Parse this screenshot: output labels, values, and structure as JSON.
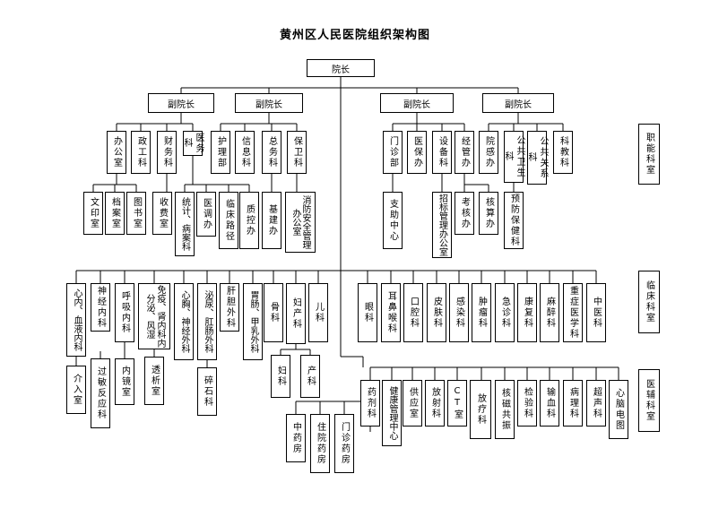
{
  "title": "黄州区人民医院组织架构图",
  "root": "院长",
  "vice_presidents": [
    "副院长",
    "副院长",
    "副院长",
    "副院长"
  ],
  "sections": {
    "admin": "职能科室",
    "clinical": "临床科室",
    "support": "医辅科室"
  },
  "admin_depts": {
    "vp1": [
      "办公室",
      "政工科",
      "财务科",
      "医务科"
    ],
    "vp2": [
      "护理部",
      "信息科",
      "总务科",
      "保卫科"
    ],
    "vp3": [
      "门诊部",
      "医保办",
      "设备科",
      "经管办"
    ],
    "vp4": [
      "院感办",
      "公共卫生科",
      "公共关系科",
      "科教科"
    ]
  },
  "admin_subs": {
    "office": [
      "文印室",
      "档案室",
      "图书室"
    ],
    "finance": [
      "收费室"
    ],
    "medical": [
      "统计、病案科",
      "医调办",
      "临床路径",
      "质控办"
    ],
    "general": [
      "基建办"
    ],
    "security": [
      "消防安全管理办公室"
    ],
    "outpatient": [
      "支助中心"
    ],
    "equipment": [
      "招标管理办公室"
    ],
    "management": [
      "考核办",
      "核算办"
    ],
    "public_health": [
      "预防保健科"
    ]
  },
  "clinical_depts": {
    "left": [
      "心内、血液内科",
      "神经内科",
      "呼吸内科",
      "免疫、肾内科内分泌、风湿",
      "心胸、神经外科",
      "泌尿、肛肠外科",
      "肝胆外科",
      "胃肠、甲乳外科",
      "骨科",
      "妇产科",
      "儿科"
    ],
    "right": [
      "眼科",
      "耳鼻喉科",
      "口腔科",
      "皮肤科",
      "感染科",
      "肿瘤科",
      "急诊科",
      "康复科",
      "麻醉科",
      "重症医学科",
      "中医科"
    ]
  },
  "clinical_subs": {
    "cardio": [
      "介入室"
    ],
    "neuro": [
      "过敏反应科"
    ],
    "resp": [
      "内镜室"
    ],
    "nephro": [
      "透析室"
    ],
    "uro": [
      "碎石科"
    ],
    "obgyn": [
      "妇科",
      "产科"
    ]
  },
  "support_depts": [
    "药剂科",
    "健康管理中心",
    "供应室",
    "放射科",
    "CT室",
    "放疗科",
    "核磁共振",
    "检验科",
    "输血科",
    "病理科",
    "超声科",
    "心脑电图"
  ],
  "pharmacy_subs": [
    "中药房",
    "住院药房",
    "门诊药房"
  ]
}
